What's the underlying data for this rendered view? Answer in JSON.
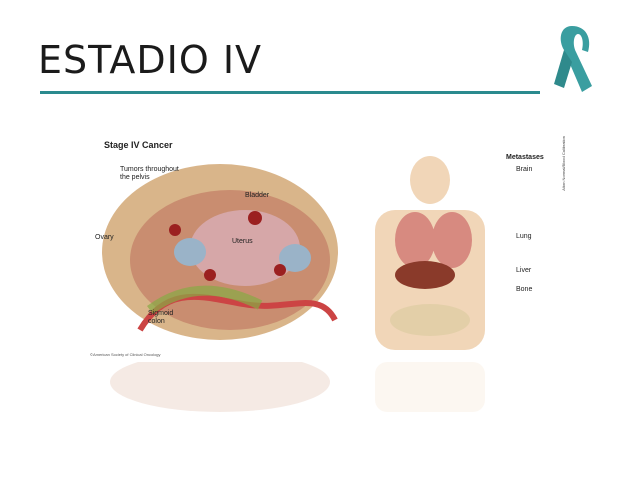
{
  "slide": {
    "title": "ESTADIO IV",
    "accent_color": "#2a8a8e",
    "ribbon_icon": "awareness-ribbon-icon"
  },
  "figure": {
    "title": "Stage IV Cancer",
    "left_labels": {
      "tumors": "Tumors throughout the pelvis",
      "bladder": "Bladder",
      "ovary": "Ovary",
      "uterus": "Uterus",
      "sigmoid": "Sigmoid colon"
    },
    "right_labels": {
      "metastases": "Metastases",
      "brain": "Brain",
      "lung": "Lung",
      "liver": "Liver",
      "bone": "Bone"
    },
    "credit": "©American Society of Clinical Oncology",
    "side_credit": "Alton Normal/Blood Calibration"
  }
}
